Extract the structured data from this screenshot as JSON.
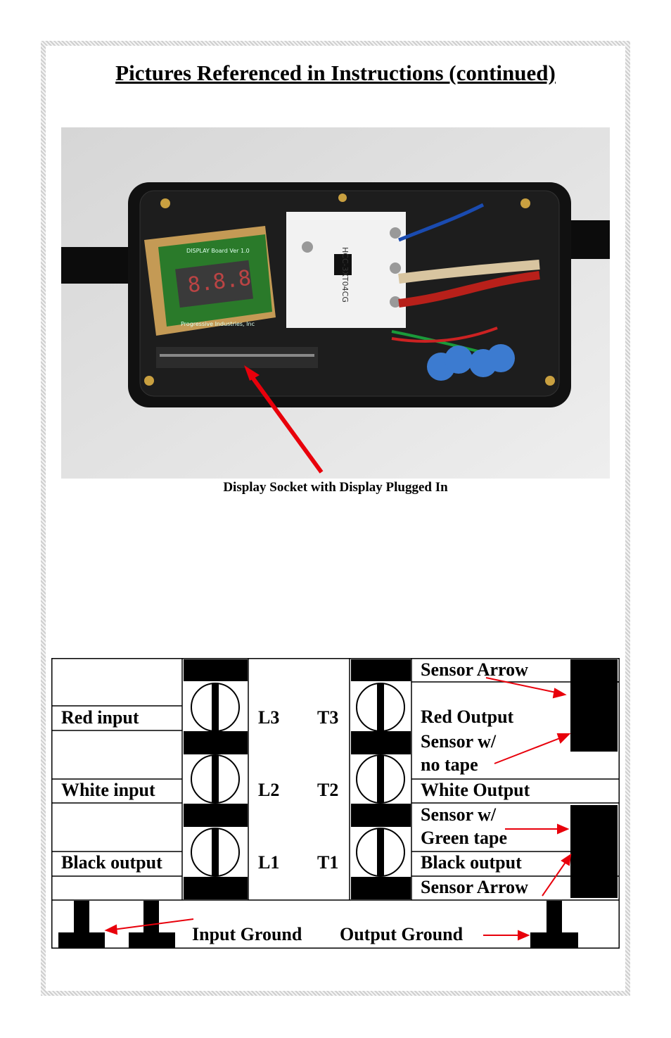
{
  "title": "Pictures Referenced in Instructions (continued)",
  "photo": {
    "caption": "Display Socket with Display Plugged In",
    "board_text": "DISPLAY Board Ver 1.0",
    "board_maker": "Progressive Industries, Inc",
    "contactor_model": "HCC-3XT04CG"
  },
  "divider": "_____________________________________________",
  "diagram": {
    "left_labels": [
      "Red input",
      "White input",
      "Black output"
    ],
    "line_labels": [
      "L3",
      "L2",
      "L1"
    ],
    "terminal_labels": [
      "T3",
      "T2",
      "T1"
    ],
    "right_labels": {
      "sensor_arrow_top": "Sensor Arrow",
      "red_output": "Red Output",
      "sensor_no_tape_1": "Sensor w/",
      "sensor_no_tape_2": "no tape",
      "white_output": "White Output",
      "sensor_green_1": "Sensor w/",
      "sensor_green_2": "Green tape",
      "black_output": "Black output",
      "sensor_arrow_bottom": "Sensor Arrow"
    },
    "input_ground": "Input Ground",
    "output_ground": "Output Ground",
    "arrow_color": "#e8000b"
  }
}
